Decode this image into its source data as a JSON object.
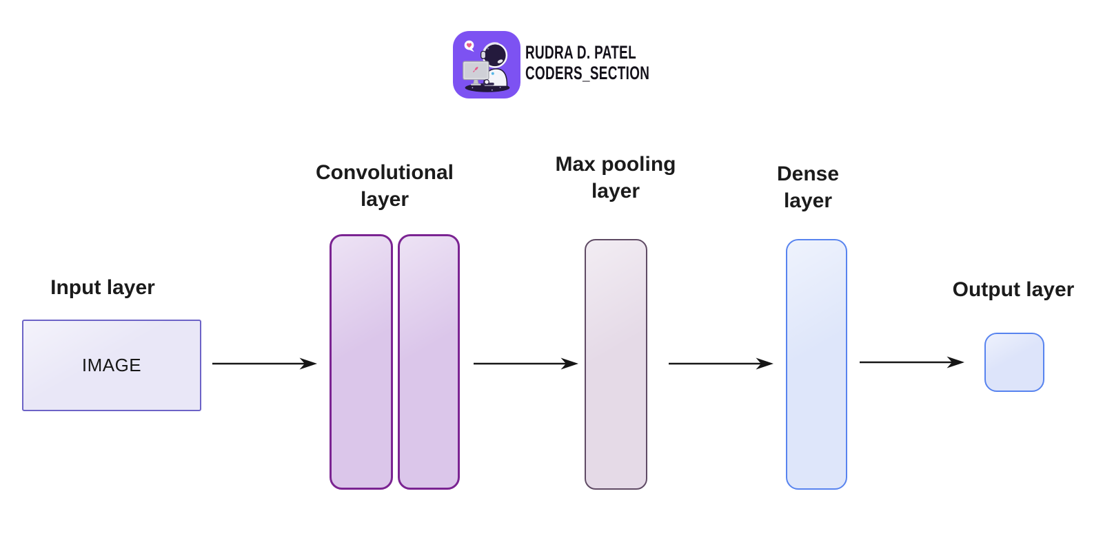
{
  "brand": {
    "name_line1": "RUDRA D. PATEL",
    "name_line2": "CODERS_SECTION",
    "icon": "astronaut-coder-icon",
    "icon_bg_color": "#7d52f2"
  },
  "diagram": {
    "input": {
      "label": "Input layer",
      "box_text": "IMAGE"
    },
    "conv": {
      "label_line1": "Convolutional",
      "label_line2": "layer"
    },
    "maxpool": {
      "label_line1": "Max pooling",
      "label_line2": "layer"
    },
    "dense": {
      "label_line1": "Dense",
      "label_line2": "layer"
    },
    "output": {
      "label": "Output layer"
    },
    "colors": {
      "input_fill": "#e9e7f7",
      "input_border": "#6c63c6",
      "conv_fill": "#dbc6ea",
      "conv_border": "#7b2492",
      "maxpool_fill": "#e5dae7",
      "maxpool_border": "#5f4a64",
      "dense_fill": "#dee6fa",
      "dense_border": "#5783ef",
      "output_fill": "#dde4fa",
      "output_border": "#5783ef",
      "arrow": "#161616",
      "label_text": "#1b1b1b"
    }
  }
}
